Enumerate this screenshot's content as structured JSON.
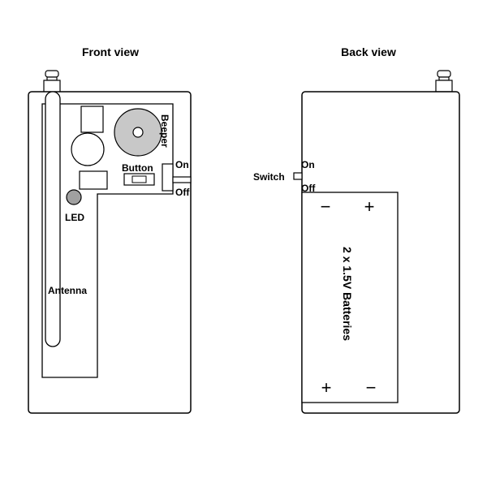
{
  "front": {
    "title": "Front view",
    "labels": {
      "beeper": "Beeper",
      "button": "Button",
      "on": "On",
      "off": "Off",
      "led": "LED",
      "antenna": "Antenna"
    }
  },
  "back": {
    "title": "Back view",
    "labels": {
      "switch": "Switch",
      "on": "On",
      "off": "Off",
      "battery": "2 x 1.5V Batteries",
      "minus_top": "−",
      "plus_top": "+",
      "plus_bottom": "+",
      "minus_bottom": "−"
    }
  },
  "colors": {
    "stroke": "#000000",
    "beeper_fill": "#c8c8c8",
    "led_fill": "#a0a0a0",
    "background": "#ffffff"
  }
}
